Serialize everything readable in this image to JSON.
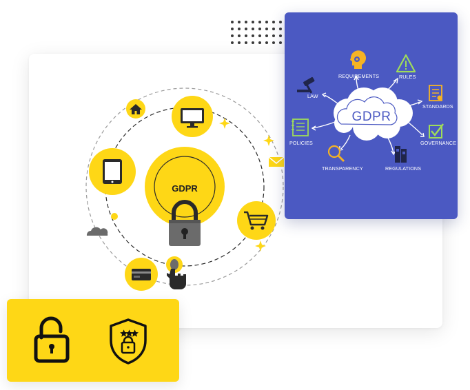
{
  "center_label": "GDPR",
  "cloud_label": "GDPR",
  "cloud_labels": {
    "requirements": "Requirements",
    "rules": "Rules",
    "law": "Law",
    "standards": "Standards",
    "policies": "Policies",
    "governance": "Governance",
    "transparency": "Transparency",
    "regulations": "Regulations"
  },
  "colors": {
    "yellow": "#fed716",
    "blue_card": "#4b59c2",
    "dark": "#2a2a2a",
    "dash": "#9a9a9a"
  },
  "icons": {
    "orbit": [
      "home-icon",
      "monitor-icon",
      "tablet-icon",
      "shopping-cart-icon",
      "credit-card-icon",
      "mouse-icon",
      "hand-pointer-icon",
      "envelope-icon",
      "cloud-icon",
      "padlock-icon"
    ],
    "blue_card": [
      "gavel-icon",
      "head-gear-icon",
      "warning-icon",
      "document-list-icon",
      "notebook-icon",
      "checkbox-icon",
      "magnifier-icon",
      "binders-icon"
    ],
    "yellow_card": [
      "unlocked-padlock-icon",
      "shield-lock-icon"
    ]
  }
}
